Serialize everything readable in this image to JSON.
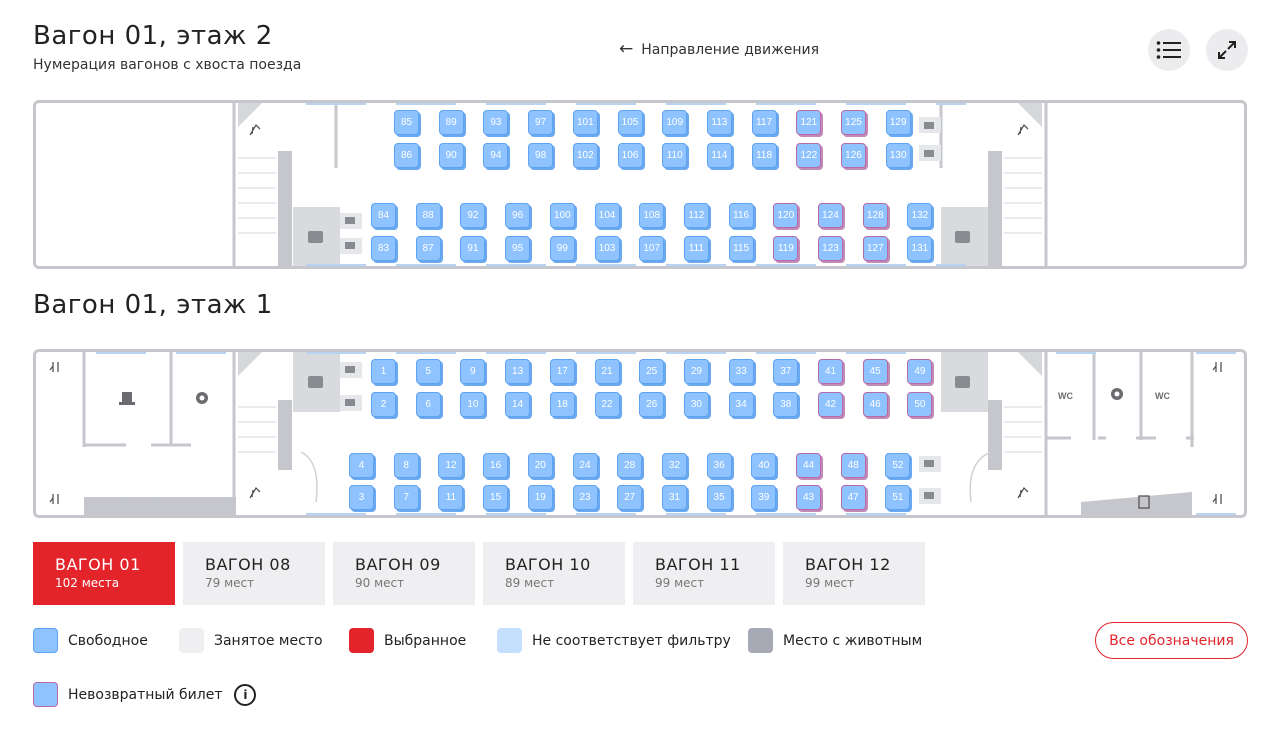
{
  "header": {
    "floor2_title": "Вагон 01, этаж 2",
    "subtitle": "Нумерация вагонов с хвоста поезда",
    "direction_label": "Направление движения",
    "direction_arrow": "←"
  },
  "floor1_title": "Вагон 01, этаж 1",
  "icons": {
    "list_button": "list-icon",
    "expand_button": "expand-icon"
  },
  "floor2": {
    "seat_rows": [
      [
        "85",
        "89",
        "93",
        "97",
        "101",
        "105",
        "109",
        "113",
        "117",
        "121",
        "125",
        "129"
      ],
      [
        "86",
        "90",
        "94",
        "98",
        "102",
        "106",
        "110",
        "114",
        "118",
        "122",
        "126",
        "130"
      ],
      [
        "84",
        "88",
        "92",
        "96",
        "100",
        "104",
        "108",
        "112",
        "116",
        "120",
        "124",
        "128",
        "132"
      ],
      [
        "83",
        "87",
        "91",
        "95",
        "99",
        "103",
        "107",
        "111",
        "115",
        "119",
        "123",
        "127",
        "131"
      ]
    ]
  },
  "floor1": {
    "seat_rows": [
      [
        "1",
        "5",
        "9",
        "13",
        "17",
        "21",
        "25",
        "29",
        "33",
        "37",
        "41",
        "45",
        "49"
      ],
      [
        "2",
        "6",
        "10",
        "14",
        "18",
        "22",
        "26",
        "30",
        "34",
        "38",
        "42",
        "46",
        "50"
      ],
      [
        "4",
        "8",
        "12",
        "16",
        "20",
        "24",
        "28",
        "32",
        "36",
        "40",
        "44",
        "48",
        "52"
      ],
      [
        "3",
        "7",
        "11",
        "15",
        "19",
        "23",
        "27",
        "31",
        "35",
        "39",
        "43",
        "47",
        "51"
      ]
    ],
    "wc_label": "WC"
  },
  "non_refundable_seats": [
    "41",
    "42",
    "43",
    "44",
    "45",
    "46",
    "47",
    "48",
    "49",
    "50",
    "119",
    "120",
    "121",
    "122",
    "123",
    "124",
    "125",
    "126",
    "127",
    "128"
  ],
  "cars": [
    {
      "name": "ВАГОН 01",
      "count": "102 места",
      "active": true
    },
    {
      "name": "ВАГОН 08",
      "count": "79 мест",
      "active": false
    },
    {
      "name": "ВАГОН 09",
      "count": "90 мест",
      "active": false
    },
    {
      "name": "ВАГОН 10",
      "count": "89 мест",
      "active": false
    },
    {
      "name": "ВАГОН 11",
      "count": "99 мест",
      "active": false
    },
    {
      "name": "ВАГОН 12",
      "count": "99 мест",
      "active": false
    }
  ],
  "legend": {
    "free": "Свободное",
    "occupied": "Занятое место",
    "selected": "Выбранное",
    "not_matching": "Не соответствует фильтру",
    "pet": "Место с животным",
    "non_refundable": "Невозвратный билет",
    "all_button": "Все обозначения",
    "info_symbol": "i"
  },
  "colors": {
    "free": "#8fc3ff",
    "occupied": "#efeff1",
    "selected": "#e3242b",
    "not_matching": "#c5e0ff",
    "pet": "#a7a9b4",
    "non_refundable_border": "#b86aa8",
    "accent": "#e3242b"
  }
}
